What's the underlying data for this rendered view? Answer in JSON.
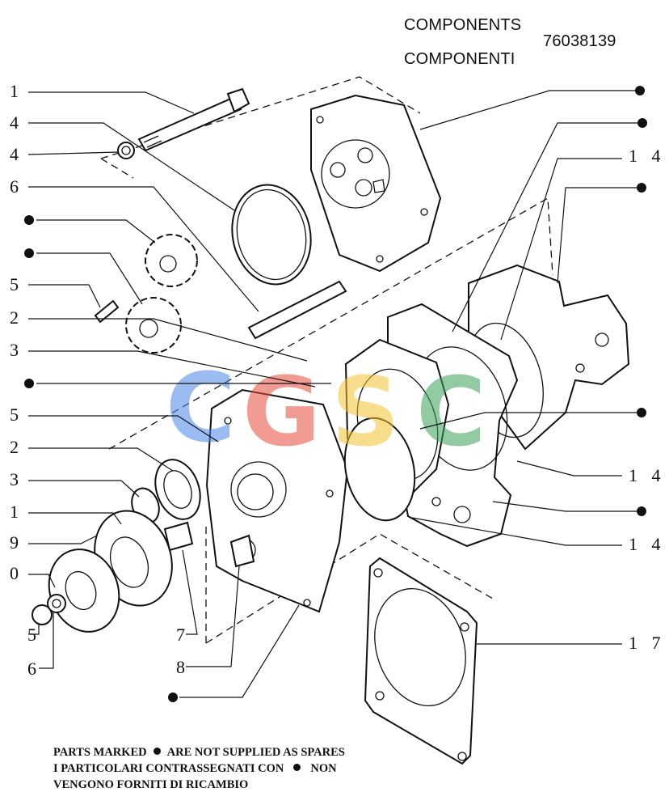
{
  "header": {
    "title_en": "COMPONENTS",
    "title_it": "COMPONENTI",
    "part_number": "76038139"
  },
  "watermark": {
    "letters": [
      "C",
      "G",
      "S",
      "C"
    ],
    "colors": [
      "#4a86e8",
      "#e94b3c",
      "#f4c430",
      "#3aa05a"
    ]
  },
  "callouts_left": [
    "1",
    "4",
    "4",
    "6",
    "5",
    "2",
    "3",
    "5",
    "2",
    "3",
    "1",
    "9",
    "0",
    "5",
    "6"
  ],
  "callouts_bottom": [
    "7",
    "8"
  ],
  "callouts_right": [
    "1 4",
    "1 4",
    "1 4",
    "1 7"
  ],
  "footnote": {
    "line1_a": "PARTS MARKED",
    "line1_b": "ARE NOT SUPPLIED AS SPARES",
    "line2_a": "I PARTICOLARI CONTRASSEGNATI CON",
    "line2_b": "NON",
    "line3": "VENGONO FORNITI DI RICAMBIO"
  }
}
